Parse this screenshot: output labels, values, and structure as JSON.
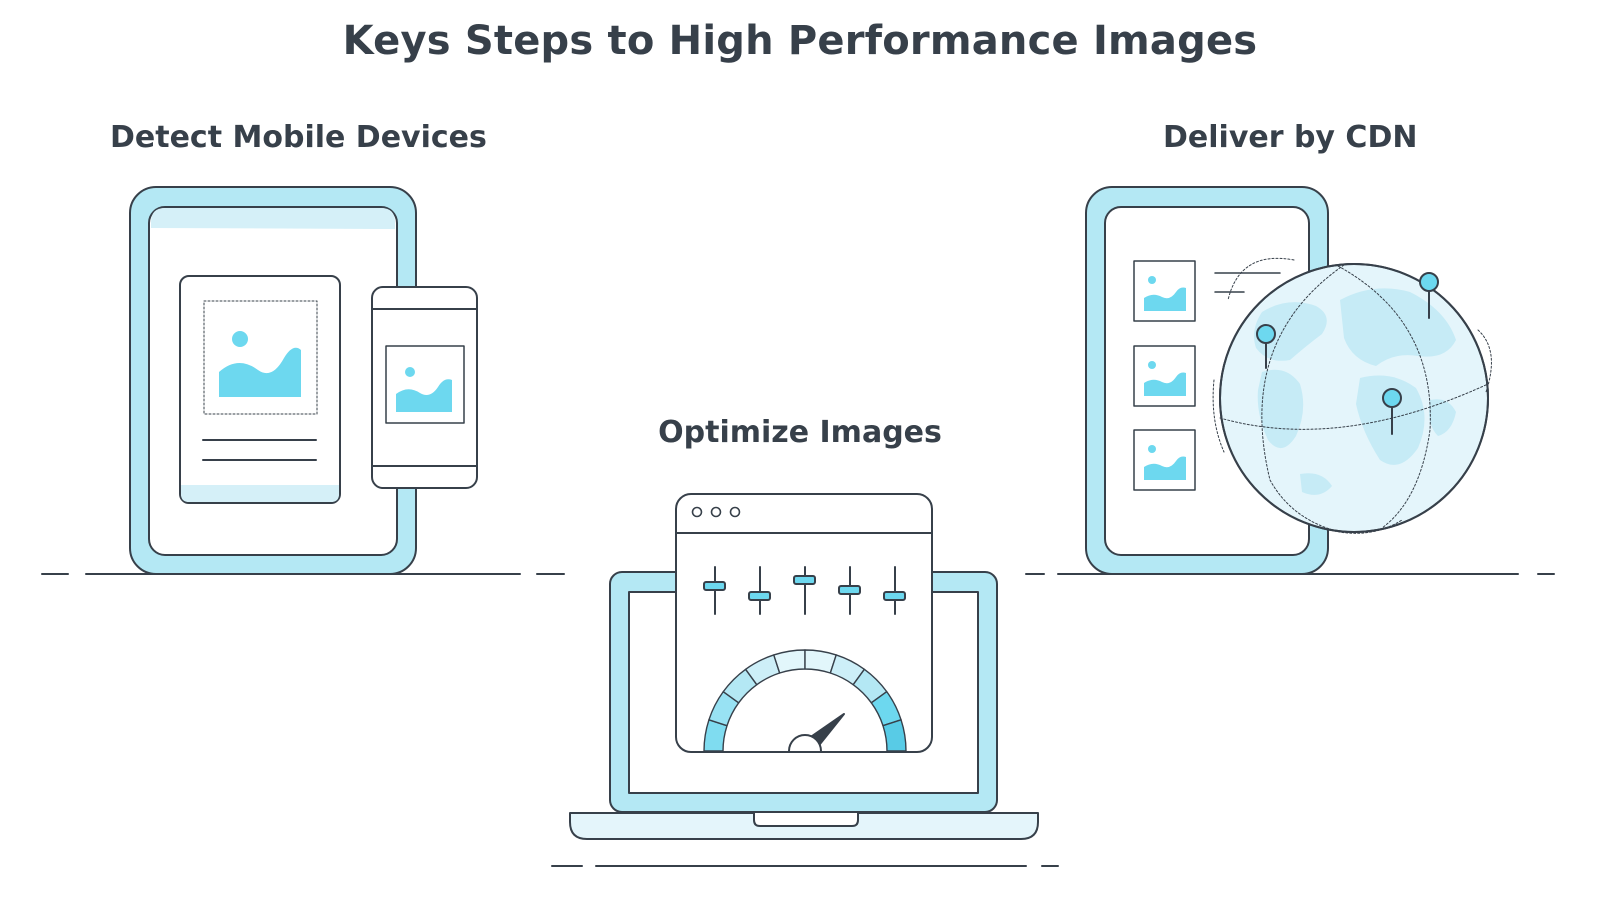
{
  "title": "Keys Steps to High Performance Images",
  "steps": [
    {
      "label": "Detect Mobile Devices",
      "icon": "mobile-devices-icon"
    },
    {
      "label": "Optimize Images",
      "icon": "laptop-speedometer-icon"
    },
    {
      "label": "Deliver by CDN",
      "icon": "globe-cdn-icon"
    }
  ],
  "colors": {
    "outline": "#37404a",
    "accent": "#6dd8ef",
    "fill_light": "#b4e8f4",
    "fill_pale": "#d5f0f8",
    "globe": "#e4f5fb"
  }
}
